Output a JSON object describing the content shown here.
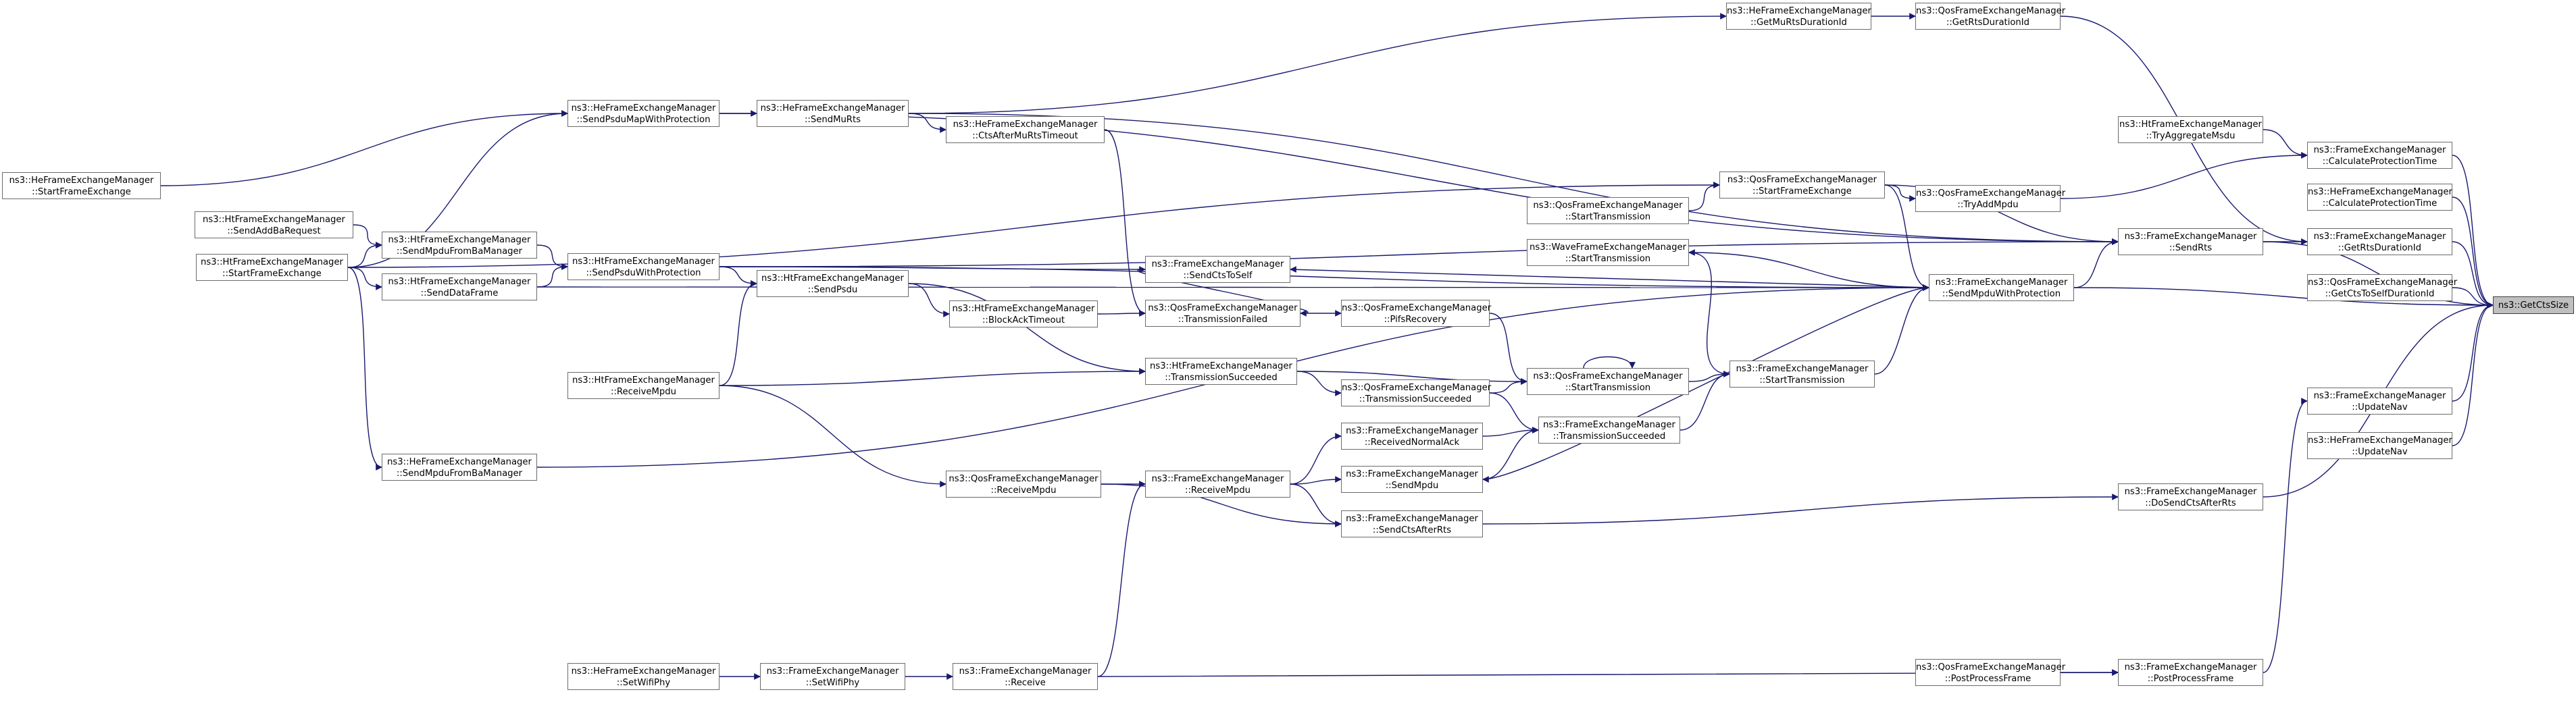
{
  "nodes": [
    {
      "id": "getctssize",
      "l1": "ns3::GetCtsSize",
      "l2": ""
    },
    {
      "id": "calcprot_fem",
      "l1": "ns3::FrameExchangeManager",
      "l2": "::CalculateProtectionTime"
    },
    {
      "id": "calcprot_he",
      "l1": "ns3::HeFrameExchangeManager",
      "l2": "::CalculateProtectionTime"
    },
    {
      "id": "getrtsdur",
      "l1": "ns3::FrameExchangeManager",
      "l2": "::GetRtsDurationId"
    },
    {
      "id": "getctstoself",
      "l1": "ns3::QosFrameExchangeManager",
      "l2": "::GetCtsToSelfDurationId"
    },
    {
      "id": "updatenav_fem",
      "l1": "ns3::FrameExchangeManager",
      "l2": "::UpdateNav"
    },
    {
      "id": "updatenav_he",
      "l1": "ns3::HeFrameExchangeManager",
      "l2": "::UpdateNav"
    },
    {
      "id": "trytaggregate",
      "l1": "ns3::HtFrameExchangeManager",
      "l2": "::TryAggregateMsdu"
    },
    {
      "id": "getrtsdur_qos",
      "l1": "ns3::QosFrameExchangeManager",
      "l2": "::GetRtsDurationId"
    },
    {
      "id": "getmurtsdur",
      "l1": "ns3::HeFrameExchangeManager",
      "l2": "::GetMuRtsDurationId"
    },
    {
      "id": "sendrts",
      "l1": "ns3::FrameExchangeManager",
      "l2": "::SendRts"
    },
    {
      "id": "dosendcts",
      "l1": "ns3::FrameExchangeManager",
      "l2": "::DoSendCtsAfterRts"
    },
    {
      "id": "postprocess_fem",
      "l1": "ns3::FrameExchangeManager",
      "l2": "::PostProcessFrame"
    },
    {
      "id": "postprocess_qos",
      "l1": "ns3::QosFrameExchangeManager",
      "l2": "::PostProcessFrame"
    },
    {
      "id": "tryaddmpdu",
      "l1": "ns3::QosFrameExchangeManager",
      "l2": "::TryAddMpdu"
    },
    {
      "id": "sendmpduwp_fem",
      "l1": "ns3::FrameExchangeManager",
      "l2": "::SendMpduWithProtection"
    },
    {
      "id": "starttx_fem",
      "l1": "ns3::FrameExchangeManager",
      "l2": "::StartTransmission"
    },
    {
      "id": "startfe_qos",
      "l1": "ns3::QosFrameExchangeManager",
      "l2": "::StartFrameExchange"
    },
    {
      "id": "starttx_qos_top",
      "l1": "ns3::QosFrameExchangeManager",
      "l2": "::StartTransmission"
    },
    {
      "id": "starttx_wave",
      "l1": "ns3::WaveFrameExchangeManager",
      "l2": "::StartTransmission"
    },
    {
      "id": "starttx_qos",
      "l1": "ns3::QosFrameExchangeManager",
      "l2": "::StartTransmission"
    },
    {
      "id": "txsucc_fem",
      "l1": "ns3::FrameExchangeManager",
      "l2": "::TransmissionSucceeded"
    },
    {
      "id": "pifs",
      "l1": "ns3::QosFrameExchangeManager",
      "l2": "::PifsRecovery"
    },
    {
      "id": "txsucc_qos",
      "l1": "ns3::QosFrameExchangeManager",
      "l2": "::TransmissionSucceeded"
    },
    {
      "id": "recvnormalack",
      "l1": "ns3::FrameExchangeManager",
      "l2": "::ReceivedNormalAck"
    },
    {
      "id": "sendmpdu_fem",
      "l1": "ns3::FrameExchangeManager",
      "l2": "::SendMpdu"
    },
    {
      "id": "sendctsafterrts",
      "l1": "ns3::FrameExchangeManager",
      "l2": "::SendCtsAfterRts"
    },
    {
      "id": "sendctstoself",
      "l1": "ns3::FrameExchangeManager",
      "l2": "::SendCtsToSelf"
    },
    {
      "id": "txfailed_qos",
      "l1": "ns3::QosFrameExchangeManager",
      "l2": "::TransmissionFailed"
    },
    {
      "id": "txsucc_ht",
      "l1": "ns3::HtFrameExchangeManager",
      "l2": "::TransmissionSucceeded"
    },
    {
      "id": "recvmpdu_fem",
      "l1": "ns3::FrameExchangeManager",
      "l2": "::ReceiveMpdu"
    },
    {
      "id": "receive_fem",
      "l1": "ns3::FrameExchangeManager",
      "l2": "::Receive"
    },
    {
      "id": "ctsaftermurts",
      "l1": "ns3::HeFrameExchangeManager",
      "l2": "::CtsAfterMuRtsTimeout"
    },
    {
      "id": "blockacktimeout",
      "l1": "ns3::HtFrameExchangeManager",
      "l2": "::BlockAckTimeout"
    },
    {
      "id": "recvmpdu_qos",
      "l1": "ns3::QosFrameExchangeManager",
      "l2": "::ReceiveMpdu"
    },
    {
      "id": "sendmurts",
      "l1": "ns3::HeFrameExchangeManager",
      "l2": "::SendMuRts"
    },
    {
      "id": "sendpsdu_ht",
      "l1": "ns3::HtFrameExchangeManager",
      "l2": "::SendPsdu"
    },
    {
      "id": "setwifiphy_fem",
      "l1": "ns3::FrameExchangeManager",
      "l2": "::SetWifiPhy"
    },
    {
      "id": "sendpsdumap",
      "l1": "ns3::HeFrameExchangeManager",
      "l2": "::SendPsduMapWithProtection"
    },
    {
      "id": "sendpsduwp_ht",
      "l1": "ns3::HtFrameExchangeManager",
      "l2": "::SendPsduWithProtection"
    },
    {
      "id": "recvmpdu_ht",
      "l1": "ns3::HtFrameExchangeManager",
      "l2": "::ReceiveMpdu"
    },
    {
      "id": "setwifiphy_he",
      "l1": "ns3::HeFrameExchangeManager",
      "l2": "::SetWifiPhy"
    },
    {
      "id": "sendmpdufromba_ht",
      "l1": "ns3::HtFrameExchangeManager",
      "l2": "::SendMpduFromBaManager"
    },
    {
      "id": "senddataframe",
      "l1": "ns3::HtFrameExchangeManager",
      "l2": "::SendDataFrame"
    },
    {
      "id": "sendmpdufromba_he",
      "l1": "ns3::HeFrameExchangeManager",
      "l2": "::SendMpduFromBaManager"
    },
    {
      "id": "sendaddba",
      "l1": "ns3::HtFrameExchangeManager",
      "l2": "::SendAddBaRequest"
    },
    {
      "id": "startfe_he",
      "l1": "ns3::HeFrameExchangeManager",
      "l2": "::StartFrameExchange"
    },
    {
      "id": "startfe_ht",
      "l1": "ns3::HtFrameExchangeManager",
      "l2": "::StartFrameExchange"
    }
  ],
  "edges": [
    [
      "calcprot_fem",
      "getctssize"
    ],
    [
      "calcprot_he",
      "getctssize"
    ],
    [
      "getrtsdur",
      "getctssize"
    ],
    [
      "getctstoself",
      "getctssize"
    ],
    [
      "updatenav_fem",
      "getctssize"
    ],
    [
      "updatenav_he",
      "getctssize"
    ],
    [
      "sendrts",
      "getctssize"
    ],
    [
      "dosendcts",
      "getctssize"
    ],
    [
      "sendmpduwp_fem",
      "getctssize"
    ],
    [
      "postprocess_fem",
      "updatenav_fem"
    ],
    [
      "postprocess_qos",
      "postprocess_fem"
    ],
    [
      "receive_fem",
      "postprocess_fem"
    ],
    [
      "trytaggregate",
      "calcprot_fem"
    ],
    [
      "tryaddmpdu",
      "calcprot_fem"
    ],
    [
      "getrtsdur_qos",
      "getrtsdur"
    ],
    [
      "sendrts",
      "getrtsdur"
    ],
    [
      "getmurtsdur",
      "getrtsdur_qos"
    ],
    [
      "sendmurts",
      "getmurtsdur"
    ],
    [
      "sendmpduwp_fem",
      "sendrts"
    ],
    [
      "sendpsdumap",
      "sendrts"
    ],
    [
      "sendmurts",
      "sendrts"
    ],
    [
      "startfe_qos",
      "sendrts"
    ],
    [
      "sendpsduwp_ht",
      "sendrts"
    ],
    [
      "starttx_fem",
      "sendmpduwp_fem"
    ],
    [
      "startfe_qos",
      "sendmpduwp_fem"
    ],
    [
      "starttx_wave",
      "sendmpduwp_fem"
    ],
    [
      "sendpsduwp_ht",
      "sendmpduwp_fem"
    ],
    [
      "senddataframe",
      "sendmpduwp_fem"
    ],
    [
      "sendaddba",
      "sendmpduwp_fem"
    ],
    [
      "sendmpduwp_fem",
      "sendctstoself"
    ],
    [
      "sendmpduwp_fem",
      "sendmpdu_fem"
    ],
    [
      "starttx_qos",
      "starttx_fem"
    ],
    [
      "txsucc_fem",
      "starttx_fem"
    ],
    [
      "starttx_fem",
      "starttx_wave"
    ],
    [
      "starttx_qos_top",
      "startfe_qos"
    ],
    [
      "startfe_qos",
      "tryaddmpdu"
    ],
    [
      "pifs",
      "starttx_qos"
    ],
    [
      "txsucc_qos",
      "starttx_qos"
    ],
    [
      "txsucc_ht",
      "starttx_qos"
    ],
    [
      "starttx_qos",
      "starttx_qos"
    ],
    [
      "recvnormalack",
      "txsucc_fem"
    ],
    [
      "sendmpdu_fem",
      "txsucc_fem"
    ],
    [
      "txsucc_qos",
      "txsucc_fem"
    ],
    [
      "txfailed_qos",
      "pifs"
    ],
    [
      "txsucc_ht",
      "txsucc_qos"
    ],
    [
      "recvmpdu_fem",
      "recvnormalack"
    ],
    [
      "recvmpdu_fem",
      "sendmpdu_fem"
    ],
    [
      "recvmpdu_fem",
      "sendctsafterrts"
    ],
    [
      "sendctsafterrts",
      "dosendcts"
    ],
    [
      "sendctstoself",
      "txfailed_qos"
    ],
    [
      "sendpsdu_ht",
      "txsucc_ht"
    ],
    [
      "recvmpdu_ht",
      "txsucc_ht"
    ],
    [
      "recvmpdu_qos",
      "recvmpdu_fem"
    ],
    [
      "receive_fem",
      "recvmpdu_fem"
    ],
    [
      "ctsaftermurts",
      "txfailed_qos"
    ],
    [
      "blockacktimeout",
      "txfailed_qos"
    ],
    [
      "recvmpdu_qos",
      "sendctsafterrts"
    ],
    [
      "recvmpdu_ht",
      "recvmpdu_qos"
    ],
    [
      "sendmurts",
      "ctsaftermurts"
    ],
    [
      "sendpsdu_ht",
      "blockacktimeout"
    ],
    [
      "sendpsdumap",
      "sendmurts"
    ],
    [
      "sendpsduwp_ht",
      "sendpsdu_ht"
    ],
    [
      "recvmpdu_ht",
      "sendpsdu_ht"
    ],
    [
      "sendpsduwp_ht",
      "sendctstoself"
    ],
    [
      "sendmpdufromba_ht",
      "sendpsduwp_ht"
    ],
    [
      "senddataframe",
      "sendpsduwp_ht"
    ],
    [
      "setwifiphy_fem",
      "receive_fem"
    ],
    [
      "setwifiphy_he",
      "setwifiphy_fem"
    ],
    [
      "sendmpdufromba_he",
      "sendmpdufromba_ht"
    ],
    [
      "startfe_ht",
      "sendmpdufromba_ht"
    ],
    [
      "startfe_ht",
      "senddataframe"
    ],
    [
      "startfe_ht",
      "sendaddba"
    ],
    [
      "startfe_he",
      "sendpsdumap"
    ],
    [
      "startfe_ht",
      "sendpsdumap"
    ],
    [
      "startfe_ht",
      "startfe_qos"
    ]
  ]
}
